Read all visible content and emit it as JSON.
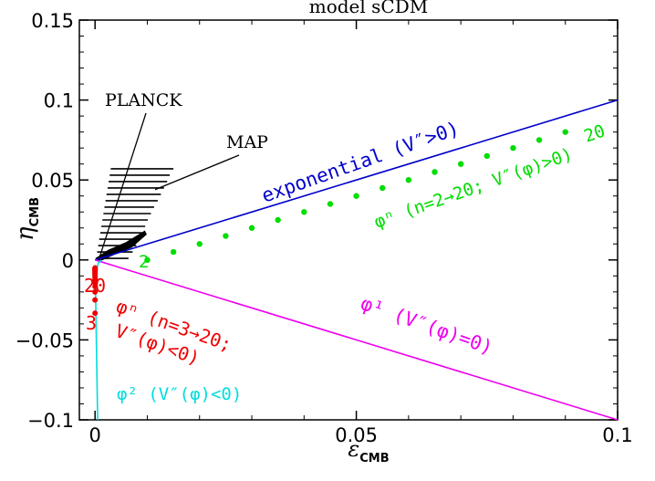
{
  "chart_data": {
    "type": "line",
    "title": "model sCDM",
    "xlabel": "ε",
    "xlabel_sub": "CMB",
    "ylabel": "η",
    "ylabel_sub": "CMB",
    "xlim": [
      -0.003,
      0.1
    ],
    "ylim": [
      -0.1,
      0.15
    ],
    "x_ticks": [
      0,
      0.05,
      0.1
    ],
    "x_tick_labels": [
      "0",
      "0.05",
      "0.1"
    ],
    "y_ticks": [
      -0.1,
      -0.05,
      0,
      0.05,
      0.1,
      0.15
    ],
    "y_tick_labels": [
      "−0.1",
      "−0.05",
      "0",
      "0.05",
      "0.1",
      "0.15"
    ],
    "grid": false,
    "colors": {
      "exponential": "#0000cc",
      "phi_n_positive": "#00dd00",
      "phi_one": "#ee00ee",
      "phi_two": "#00dddd",
      "phi_n_negative": "#ee0000",
      "contours": "#000000"
    },
    "series": [
      {
        "name": "exponential",
        "kind": "line",
        "points": [
          [
            0,
            0
          ],
          [
            0.1,
            0.1
          ]
        ]
      },
      {
        "name": "phi_one",
        "kind": "line",
        "points": [
          [
            0,
            0
          ],
          [
            0.1,
            -0.1
          ]
        ]
      },
      {
        "name": "phi_two",
        "kind": "curve",
        "points": [
          [
            0.0005,
            -0.1
          ],
          [
            0.0004,
            -0.08
          ],
          [
            0.0003,
            -0.06
          ],
          [
            0.0002,
            -0.04
          ],
          [
            0.0001,
            -0.02
          ],
          [
            0.0002,
            -0.008
          ],
          [
            0.0006,
            -0.002
          ],
          [
            0.0012,
            0
          ]
        ]
      },
      {
        "name": "phi_n_positive",
        "kind": "scatter",
        "points": [
          [
            0.01,
            0
          ],
          [
            0.015,
            0.005
          ],
          [
            0.02,
            0.01
          ],
          [
            0.025,
            0.015
          ],
          [
            0.03,
            0.02
          ],
          [
            0.035,
            0.025
          ],
          [
            0.04,
            0.03
          ],
          [
            0.045,
            0.035
          ],
          [
            0.05,
            0.04
          ],
          [
            0.055,
            0.045
          ],
          [
            0.06,
            0.05
          ],
          [
            0.065,
            0.055
          ],
          [
            0.07,
            0.06
          ],
          [
            0.075,
            0.065
          ],
          [
            0.08,
            0.07
          ],
          [
            0.085,
            0.075
          ],
          [
            0.09,
            0.08
          ]
        ]
      },
      {
        "name": "phi_n_negative",
        "kind": "scatter",
        "points": [
          [
            0,
            -0.0333
          ],
          [
            0,
            -0.025
          ],
          [
            0,
            -0.02
          ],
          [
            0,
            -0.0167
          ],
          [
            0,
            -0.0143
          ],
          [
            0,
            -0.0125
          ],
          [
            0,
            -0.0111
          ],
          [
            0,
            -0.01
          ],
          [
            0,
            -0.0091
          ],
          [
            0,
            -0.0083
          ],
          [
            0,
            -0.0077
          ],
          [
            0,
            -0.0071
          ],
          [
            0,
            -0.0067
          ],
          [
            0,
            -0.0063
          ],
          [
            0,
            -0.0059
          ],
          [
            0,
            -0.0056
          ],
          [
            0,
            -0.0053
          ],
          [
            0,
            -0.005
          ]
        ]
      }
    ],
    "map_contours": [
      {
        "x": [
          0.003,
          0.015
        ],
        "y": 0.057
      },
      {
        "x": [
          0.0028,
          0.0143
        ],
        "y": 0.053
      },
      {
        "x": [
          0.0026,
          0.0138
        ],
        "y": 0.049
      },
      {
        "x": [
          0.0024,
          0.0132
        ],
        "y": 0.045
      },
      {
        "x": [
          0.0022,
          0.0126
        ],
        "y": 0.041
      },
      {
        "x": [
          0.002,
          0.012
        ],
        "y": 0.037
      },
      {
        "x": [
          0.0018,
          0.0113
        ],
        "y": 0.033
      },
      {
        "x": [
          0.0016,
          0.0107
        ],
        "y": 0.029
      },
      {
        "x": [
          0.0014,
          0.0101
        ],
        "y": 0.025
      },
      {
        "x": [
          0.0012,
          0.0096
        ],
        "y": 0.021
      },
      {
        "x": [
          0.001,
          0.009
        ],
        "y": 0.017
      },
      {
        "x": [
          0.0008,
          0.0084
        ],
        "y": 0.013
      },
      {
        "x": [
          0.0006,
          0.0079
        ],
        "y": 0.009
      },
      {
        "x": [
          0.0004,
          0.0072
        ],
        "y": 0.005
      },
      {
        "x": [
          0.0002,
          0.0064
        ],
        "y": 0.001
      }
    ],
    "planck_contour": [
      [
        0.0002,
        0.001
      ],
      [
        0.0025,
        0.006
      ],
      [
        0.006,
        0.011
      ],
      [
        0.0095,
        0.018
      ],
      [
        0.0098,
        0.016
      ],
      [
        0.007,
        0.008
      ],
      [
        0.004,
        0.004
      ],
      [
        0.001,
        -0.0005
      ]
    ],
    "annotations": [
      {
        "id": "planck",
        "text": "PLANCK",
        "color": "#000000",
        "pointer_to": [
          0.0008,
          0.001
        ]
      },
      {
        "id": "map",
        "text": "MAP",
        "color": "#000000",
        "pointer_to": [
          0.0115,
          0.044
        ]
      },
      {
        "id": "exponential",
        "text": "exponential (V″>0)",
        "color": "#0000cc"
      },
      {
        "id": "phi_n_pos",
        "text": "φⁿ (n=2→20; V″(φ)>0)",
        "color": "#00dd00"
      },
      {
        "id": "label_20_pos",
        "text": "20",
        "color": "#00dd00"
      },
      {
        "id": "label_2_pos",
        "text": "2",
        "color": "#00dd00"
      },
      {
        "id": "phi_one",
        "text": "φ¹ (V″(φ)=0)",
        "color": "#ee00ee"
      },
      {
        "id": "phi_two",
        "text": "φ² (V″(φ)<0)",
        "color": "#00dddd"
      },
      {
        "id": "label_20_neg",
        "text": "20",
        "color": "#ee0000"
      },
      {
        "id": "label_3_neg",
        "text": "3",
        "color": "#ee0000"
      },
      {
        "id": "phi_n_neg_line1",
        "text": "φⁿ (n=3→20;",
        "color": "#ee0000"
      },
      {
        "id": "phi_n_neg_line2",
        "text": "V″(φ)<0)",
        "color": "#ee0000"
      }
    ]
  }
}
